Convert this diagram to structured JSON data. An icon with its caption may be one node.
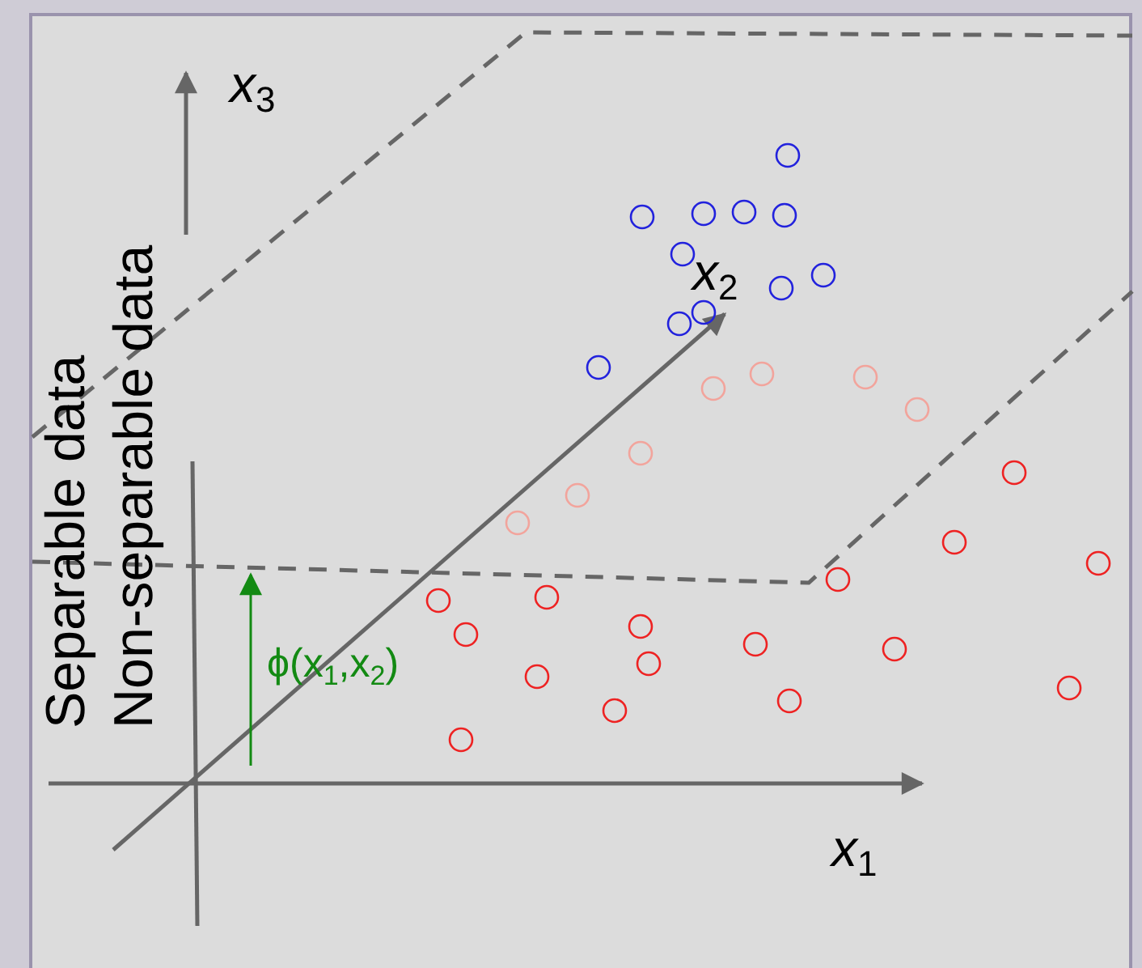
{
  "diagram": {
    "labels": [
      "x$_{3}$",
      "x$_{2}$",
      "Separable data",
      "Non-separable data",
      "ϕ(x$_{1}$,x$_{2}$)",
      "x$_{1}$"
    ]
  }
}
